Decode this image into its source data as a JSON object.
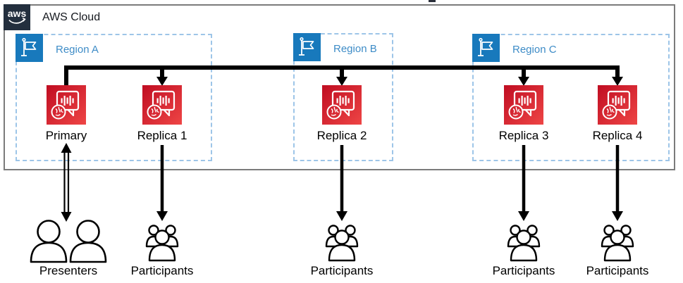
{
  "diagram": {
    "cloud": {
      "title": "AWS Cloud",
      "logo_text": "aws"
    },
    "regions": [
      {
        "label": "Region A"
      },
      {
        "label": "Region B"
      },
      {
        "label": "Region C"
      }
    ],
    "nodes": [
      {
        "label": "Primary",
        "region": "Region A"
      },
      {
        "label": "Replica 1",
        "region": "Region A"
      },
      {
        "label": "Replica 2",
        "region": "Region B"
      },
      {
        "label": "Replica 3",
        "region": "Region C"
      },
      {
        "label": "Replica 4",
        "region": "Region C"
      }
    ],
    "audiences": [
      {
        "label": "Presenters",
        "connected_to": "Primary",
        "arrow": "bidirectional"
      },
      {
        "label": "Participants",
        "connected_to": "Replica 1",
        "arrow": "down"
      },
      {
        "label": "Participants",
        "connected_to": "Replica 2",
        "arrow": "down"
      },
      {
        "label": "Participants",
        "connected_to": "Replica 3",
        "arrow": "down"
      },
      {
        "label": "Participants",
        "connected_to": "Replica 4",
        "arrow": "down"
      }
    ],
    "connections": [
      {
        "from": "Primary",
        "to": [
          "Replica 1",
          "Replica 2",
          "Replica 3",
          "Replica 4"
        ],
        "type": "replication-bus"
      }
    ]
  },
  "icons": {
    "aws_logo": "aws-logo",
    "region_flag": "region-flag-icon",
    "stage_service": "speech-bubble-waveform-brain-icon",
    "presenters": "two-users-icon",
    "participants": "user-group-icon"
  },
  "colors": {
    "aws_dark": "#232F3E",
    "cloud_border": "#7B7B7B",
    "flag_blue": "#1879BC",
    "region_label_blue": "#3E8CC7",
    "region_border_blue": "#9DC5E8",
    "service_red_dark": "#C00D22",
    "service_red_light": "#EE4545",
    "connector_black": "#000000"
  }
}
